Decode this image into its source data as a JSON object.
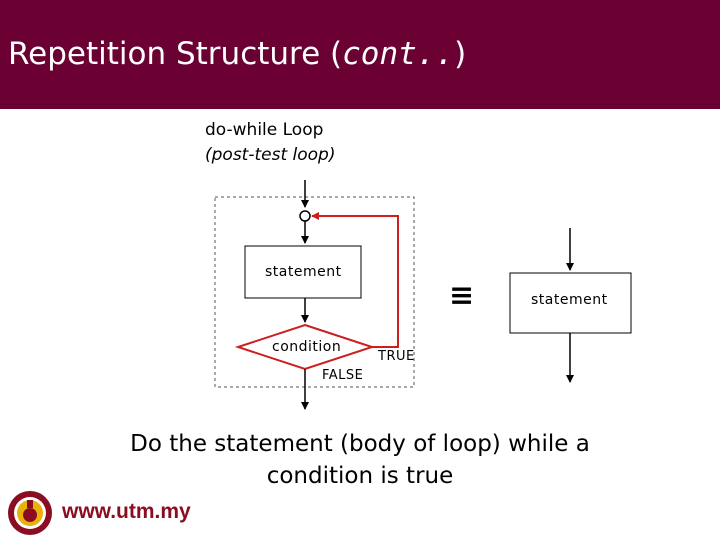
{
  "slide": {
    "title_main": "Repetition Structure (",
    "title_italic": "cont..",
    "title_close": ")",
    "heading": "do-while Loop",
    "subheading": "(post-test loop)",
    "caption_line1": "Do the  statement (body of loop) while a",
    "caption_line2": "condition is true",
    "website": "www.utm.my"
  },
  "diagram": {
    "left_statement": "statement",
    "condition": "condition",
    "true_label": "TRUE",
    "false_label": "FALSE",
    "equivalence_symbol": "≡",
    "right_statement": "statement",
    "colors": {
      "loop_accent": "#cc1f1f",
      "header_bg": "#6b0033",
      "logo_red": "#8b0d22",
      "logo_gold": "#e8b20a"
    }
  }
}
